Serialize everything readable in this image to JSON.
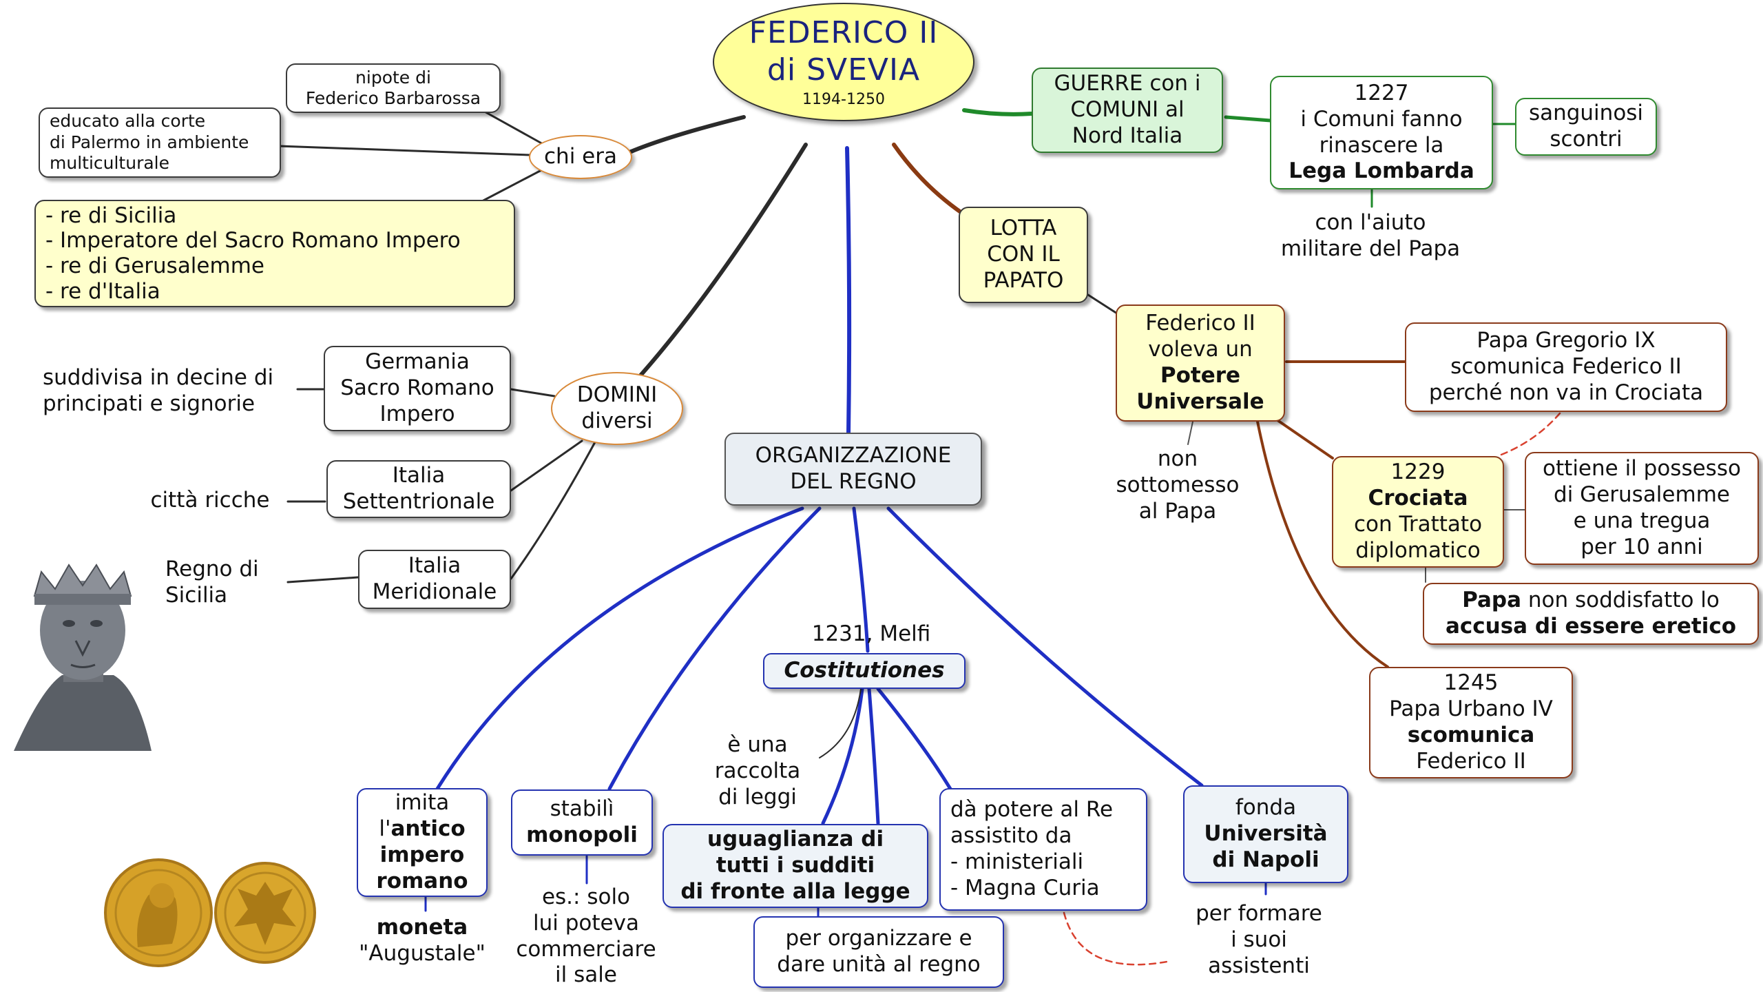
{
  "root": {
    "title_1": "FEDERICO II",
    "title_2": "di SVEVIA",
    "dates": "1194-1250"
  },
  "chi_era": {
    "label": "chi era",
    "nipote": [
      "nipote di",
      "Federico Barbarossa"
    ],
    "educato": [
      "educato alla corte",
      "di Palermo in ambiente",
      "multiculturale"
    ],
    "titoli": [
      "- re di Sicilia",
      "- Imperatore del Sacro Romano Impero",
      "- re di Gerusalemme",
      "- re d'Italia"
    ]
  },
  "domini": {
    "label": [
      "DOMINI",
      "diversi"
    ],
    "germania": [
      "Germania",
      "Sacro Romano",
      "Impero"
    ],
    "germania_note": [
      "suddivisa in decine di",
      "principati e signorie"
    ],
    "settentrionale": [
      "Italia",
      "Settentrionale"
    ],
    "settentrionale_note": "città ricche",
    "meridionale": [
      "Italia",
      "Meridionale"
    ],
    "meridionale_note": [
      "Regno di",
      "Sicilia"
    ]
  },
  "guerre": {
    "label": [
      "GUERRE con i",
      "COMUNI al",
      "Nord Italia"
    ],
    "lega": {
      "year": "1227",
      "line_1": "i Comuni fanno",
      "line_2": "rinascere la",
      "bold": "Lega Lombarda"
    },
    "scontri": [
      "sanguinosi",
      "scontri"
    ],
    "aiuto": [
      "con l'aiuto",
      "militare del Papa"
    ]
  },
  "papato": {
    "label": [
      "LOTTA",
      "CON IL",
      "PAPATO"
    ],
    "potere": {
      "line_1": "Federico II",
      "line_2": "voleva un",
      "bold_1": "Potere",
      "bold_2": "Universale"
    },
    "non_sottomesso": [
      "non",
      "sottomesso",
      "al Papa"
    ],
    "gregorio": [
      "Papa Gregorio IX",
      "scomunica Federico II",
      "perché non va in Crociata"
    ],
    "crociata": {
      "year": "1229",
      "bold": "Crociata",
      "line_1": "con Trattato",
      "line_2": "diplomatico"
    },
    "possesso": [
      "ottiene il possesso",
      "di Gerusalemme",
      "e una tregua",
      "per 10 anni"
    ],
    "eretico": {
      "bold_1": "Papa",
      "text_1": " non soddisfatto lo",
      "bold_2": "accusa di essere eretico"
    },
    "urbano": {
      "year": "1245",
      "line_1": "Papa Urbano IV",
      "bold": "scomunica",
      "line_2": "Federico II"
    }
  },
  "organizzazione": {
    "label": [
      "ORGANIZZAZIONE",
      "DEL REGNO"
    ],
    "melfi": "1231, Melfi",
    "costitutiones": "Costitutiones",
    "raccolta": [
      "è una",
      "raccolta",
      "di leggi"
    ],
    "antico": {
      "line_1": "imita",
      "pre_2": "l'",
      "bold_2": "antico",
      "bold_3": "impero",
      "bold_4": "romano"
    },
    "moneta": {
      "bold": "moneta",
      "line_2": "\"Augustale\""
    },
    "monopoli": {
      "line_1": "stabilì",
      "bold": "monopoli"
    },
    "sale": [
      "es.: solo",
      "lui poteva",
      "commerciare",
      "il sale"
    ],
    "uguaglianza": [
      "uguaglianza di",
      "tutti i sudditi",
      "di fronte alla legge"
    ],
    "unita": [
      "per organizzare e",
      "dare unità al regno"
    ],
    "potere_re": [
      "dà potere al Re",
      "assistito da",
      "- ministeriali",
      "- Magna Curia"
    ],
    "universita": {
      "line_1": "fonda",
      "bold_1": "Università",
      "bold_2": "di Napoli"
    },
    "assistenti": [
      "per formare",
      "i suoi",
      "assistenti"
    ]
  },
  "colors": {
    "black_link": "#2b2b2b",
    "blue_link": "#1f2fc4",
    "brown_link": "#8a3a12",
    "green_link": "#1f8a2a",
    "root_fill": "#ffff99",
    "orange_oval": "#d98a3a",
    "dashed_red": "#d9412f"
  }
}
